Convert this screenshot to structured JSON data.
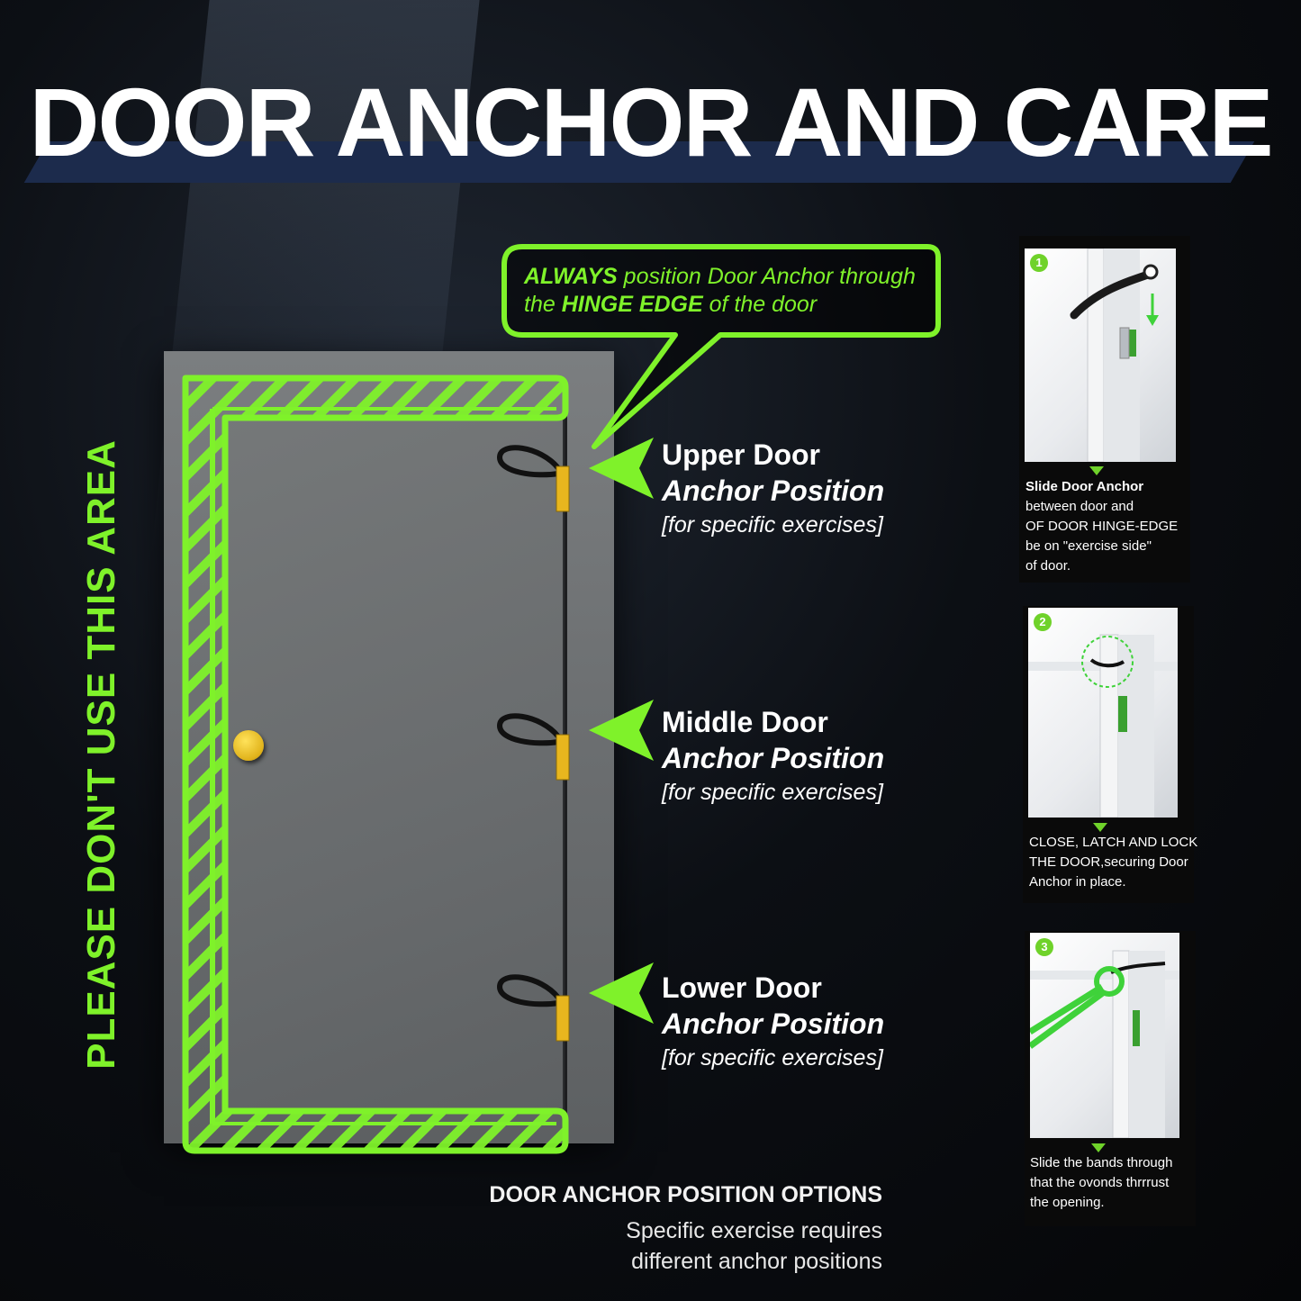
{
  "header": {
    "title": "DOOR ANCHOR AND CARE"
  },
  "warning": {
    "vertical_text": "PLEASE DON'T USE THIS AREA"
  },
  "callout": {
    "bold1": "ALWAYS",
    "text1": " position Door Anchor through",
    "text2": "the ",
    "bold2": "HINGE EDGE",
    "text3": " of the door"
  },
  "positions": [
    {
      "line1": "Upper Door",
      "line2": "Anchor Position",
      "line3": "[for specific exercises]"
    },
    {
      "line1": "Middle Door",
      "line2": "Anchor Position",
      "line3": "[for specific exercises]"
    },
    {
      "line1": "Lower Door",
      "line2": "Anchor Position",
      "line3": "[for specific exercises]"
    }
  ],
  "options": {
    "title": "DOOR ANCHOR POSITION OPTIONS",
    "desc_line1": "Specific exercise requires",
    "desc_line2": "different anchor positions"
  },
  "steps": [
    {
      "number": "1",
      "bold": "Slide Door Anchor",
      "lines": [
        "between door and",
        "OF DOOR HINGE-EDGE",
        "be on \"exercise side\"",
        "of door."
      ]
    },
    {
      "number": "2",
      "bold": "",
      "lines": [
        "CLOSE, LATCH AND LOCK",
        "THE DOOR,securing Door",
        "Anchor in place."
      ]
    },
    {
      "number": "3",
      "bold": "",
      "lines": [
        "Slide the bands through",
        "that the ovonds thrrrust",
        "the opening."
      ]
    }
  ],
  "colors": {
    "accent": "#7ff22a",
    "title_band": "#1c2b4c",
    "hinge": "#e8b61e"
  }
}
